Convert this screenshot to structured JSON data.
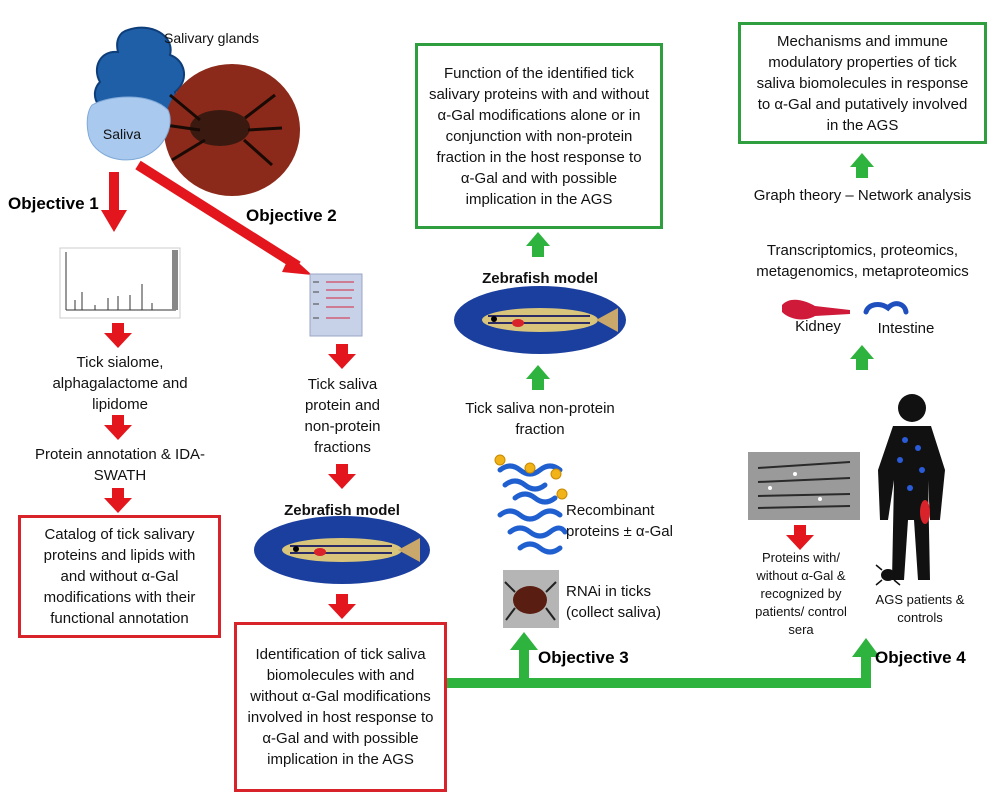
{
  "labels": {
    "salivary_glands": "Salivary glands",
    "saliva": "Saliva",
    "objective1": "Objective 1",
    "objective2": "Objective 2",
    "objective3": "Objective 3",
    "objective4": "Objective 4"
  },
  "branch1": {
    "step1": "Tick sialome, alphagalactome and lipidome",
    "step2": "Protein annotation & IDA-SWATH",
    "result": "Catalog of tick salivary proteins and lipids with and without α-Gal modifications with their functional annotation"
  },
  "branch2": {
    "step1": "Tick saliva protein and non-protein fractions",
    "step2": "Zebrafish model",
    "result": "Identification of tick saliva biomolecules with and without α-Gal modifications involved in host response to α-Gal and with possible implication in the AGS"
  },
  "branch3": {
    "rnai": "RNAi in ticks (collect saliva)",
    "recombinant": "Recombinant proteins ± α-Gal",
    "nonprotein": "Tick saliva non-protein fraction",
    "model": "Zebrafish model",
    "result": "Function of the identified tick salivary proteins with and without α-Gal modifications alone or in conjunction with non-protein fraction in the host response to α-Gal and with possible implication in the AGS"
  },
  "branch4": {
    "patients": "AGS patients & controls",
    "proteins": "Proteins with/ without α-Gal & recognized by patients/ control sera",
    "kidney": "Kidney",
    "intestine": "Intestine",
    "omics": "Transcriptomics, proteomics, metagenomics, metaproteomics",
    "network": "Graph theory – Network analysis",
    "result": "Mechanisms and immune modulatory properties of tick saliva biomolecules in response to α-Gal and putatively involved in the AGS"
  },
  "colors": {
    "red": "#d9232a",
    "green": "#2e9e3e"
  }
}
